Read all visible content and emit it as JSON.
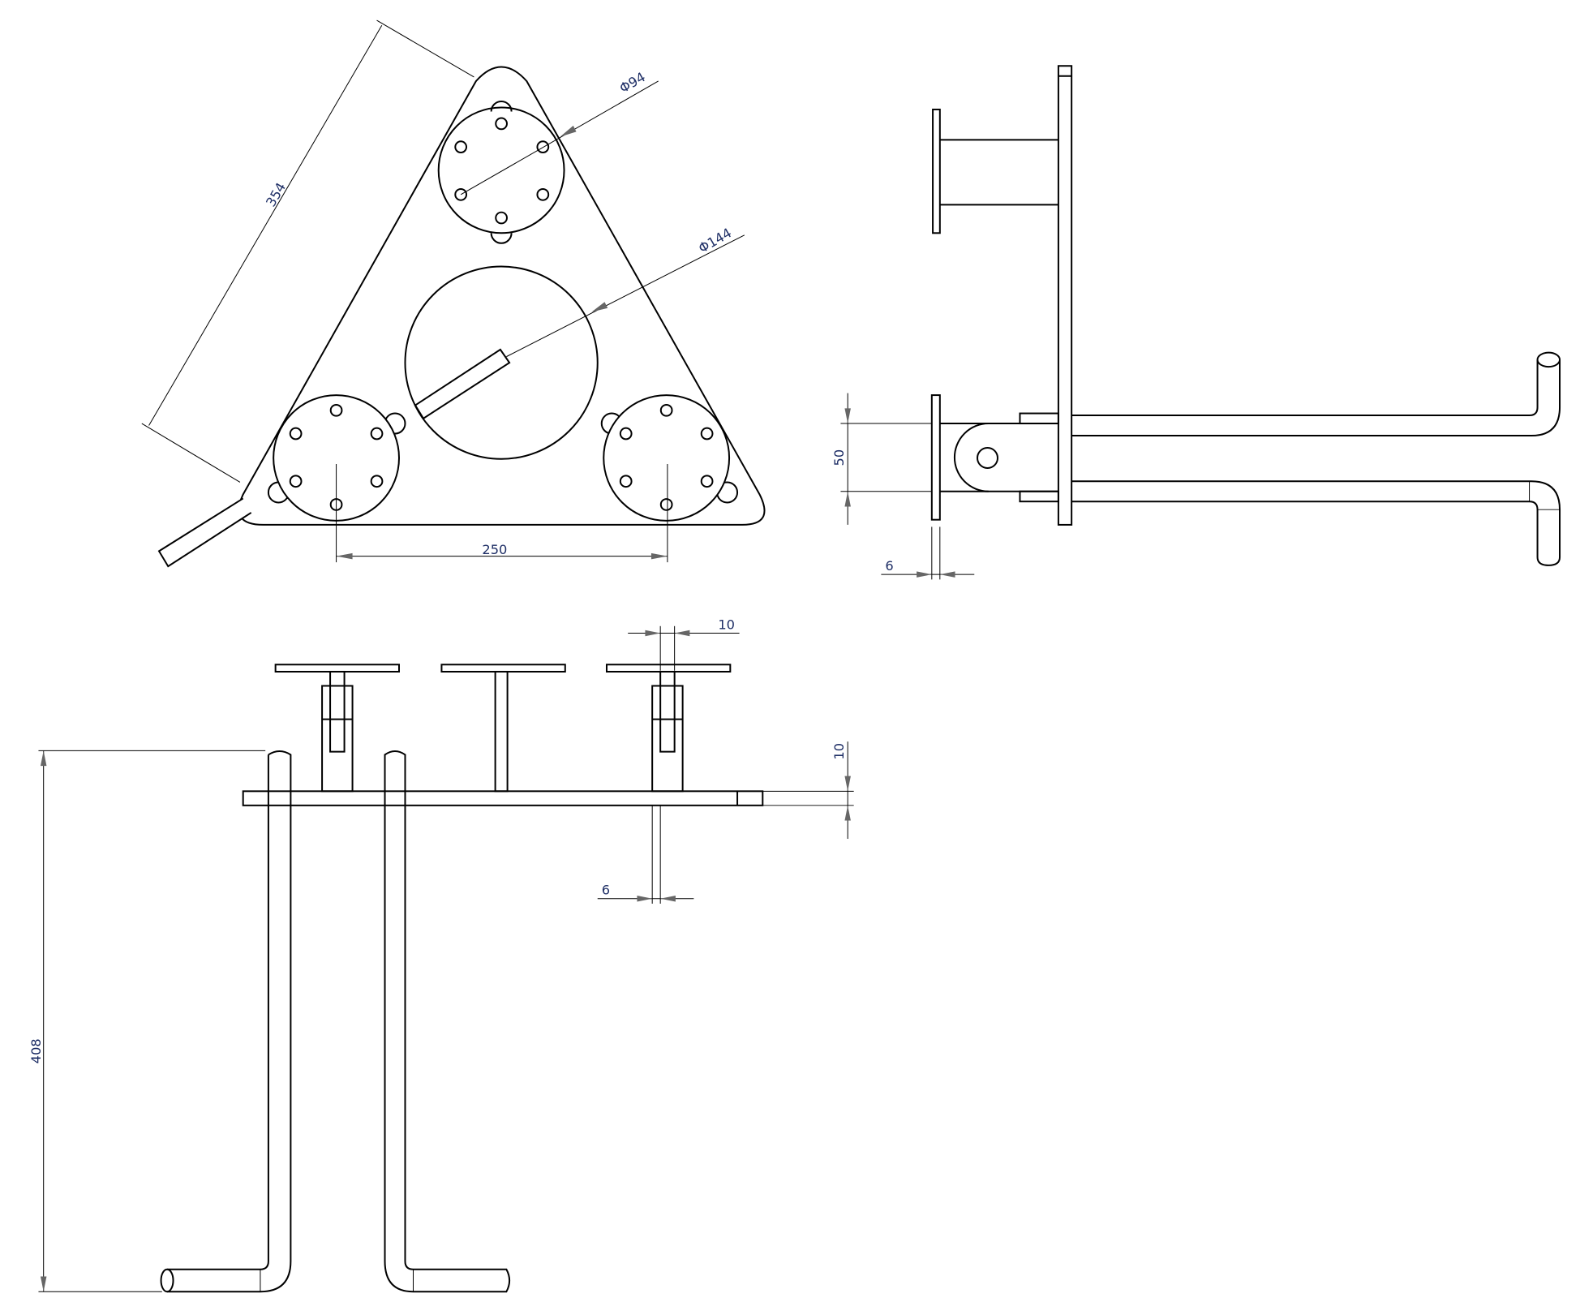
{
  "drawing": {
    "views": [
      "top-view",
      "side-view",
      "front-view"
    ],
    "dimensions": {
      "side_length": "354",
      "flange_spacing": "250",
      "flange_diameter": "Φ94",
      "center_hole_diameter": "Φ144",
      "clevis_width": "50",
      "plate_thickness_side": "6",
      "stem_width": "10",
      "plate_thickness_front": "10",
      "gap_front": "6",
      "leg_height": "408"
    }
  }
}
